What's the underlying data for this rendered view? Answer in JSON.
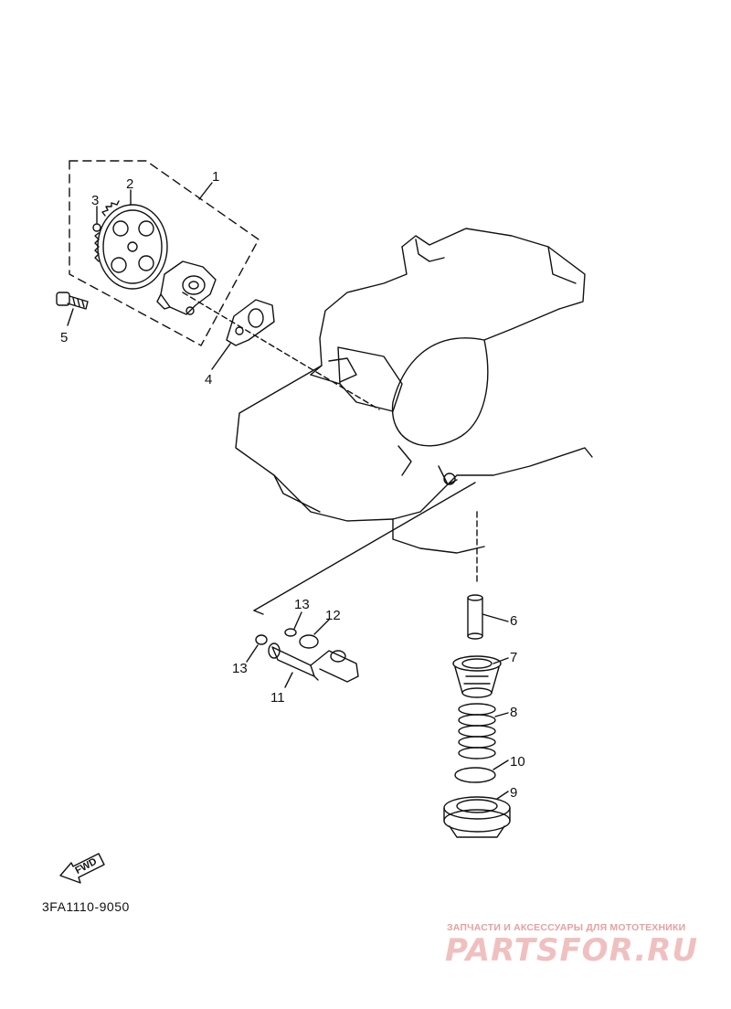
{
  "callouts": [
    {
      "id": "1",
      "text": "1"
    },
    {
      "id": "2",
      "text": "2"
    },
    {
      "id": "3",
      "text": "3"
    },
    {
      "id": "4",
      "text": "4"
    },
    {
      "id": "5",
      "text": "5"
    },
    {
      "id": "6",
      "text": "6"
    },
    {
      "id": "7",
      "text": "7"
    },
    {
      "id": "8",
      "text": "8"
    },
    {
      "id": "9",
      "text": "9"
    },
    {
      "id": "10",
      "text": "10"
    },
    {
      "id": "11",
      "text": "11"
    },
    {
      "id": "12",
      "text": "12"
    },
    {
      "id": "13a",
      "text": "13"
    },
    {
      "id": "13b",
      "text": "13"
    }
  ],
  "fwd_label": "FWD",
  "diagram_code": "3FA1110-9050",
  "watermark": {
    "tagline": "ЗАПЧАСТИ И АКСЕССУАРЫ ДЛЯ МОТОТЕХНИКИ",
    "brand": "PARTSFOR.RU"
  },
  "colors": {
    "ink": "#111111",
    "watermark": "#f0c0c0"
  }
}
